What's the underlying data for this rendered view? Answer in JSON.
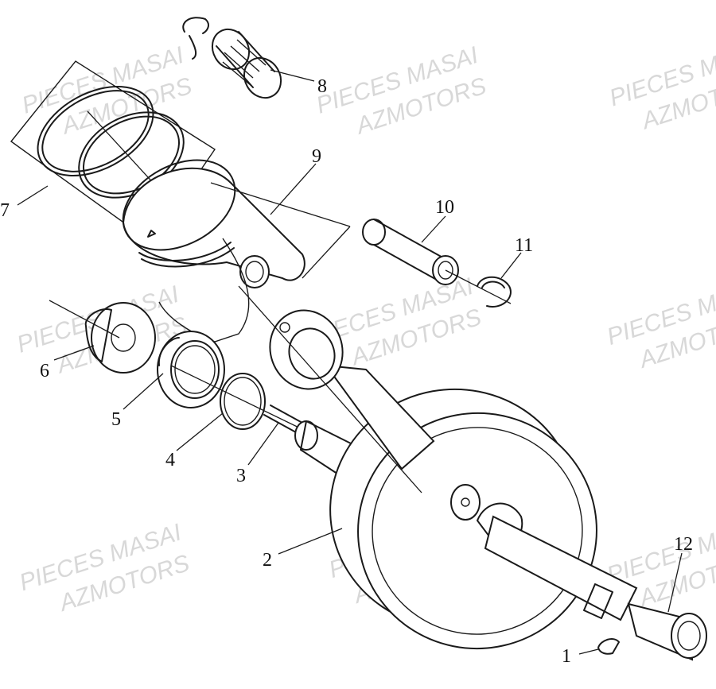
{
  "watermark": {
    "line1": "PIECES MASAI",
    "line2": "AZMOTORS"
  },
  "callouts": {
    "p1": "1",
    "p2": "2",
    "p3": "3",
    "p4": "4",
    "p5": "5",
    "p6": "6",
    "p7": "7",
    "p8": "8",
    "p9": "9",
    "p10": "10",
    "p11": "11",
    "p12": "12"
  }
}
